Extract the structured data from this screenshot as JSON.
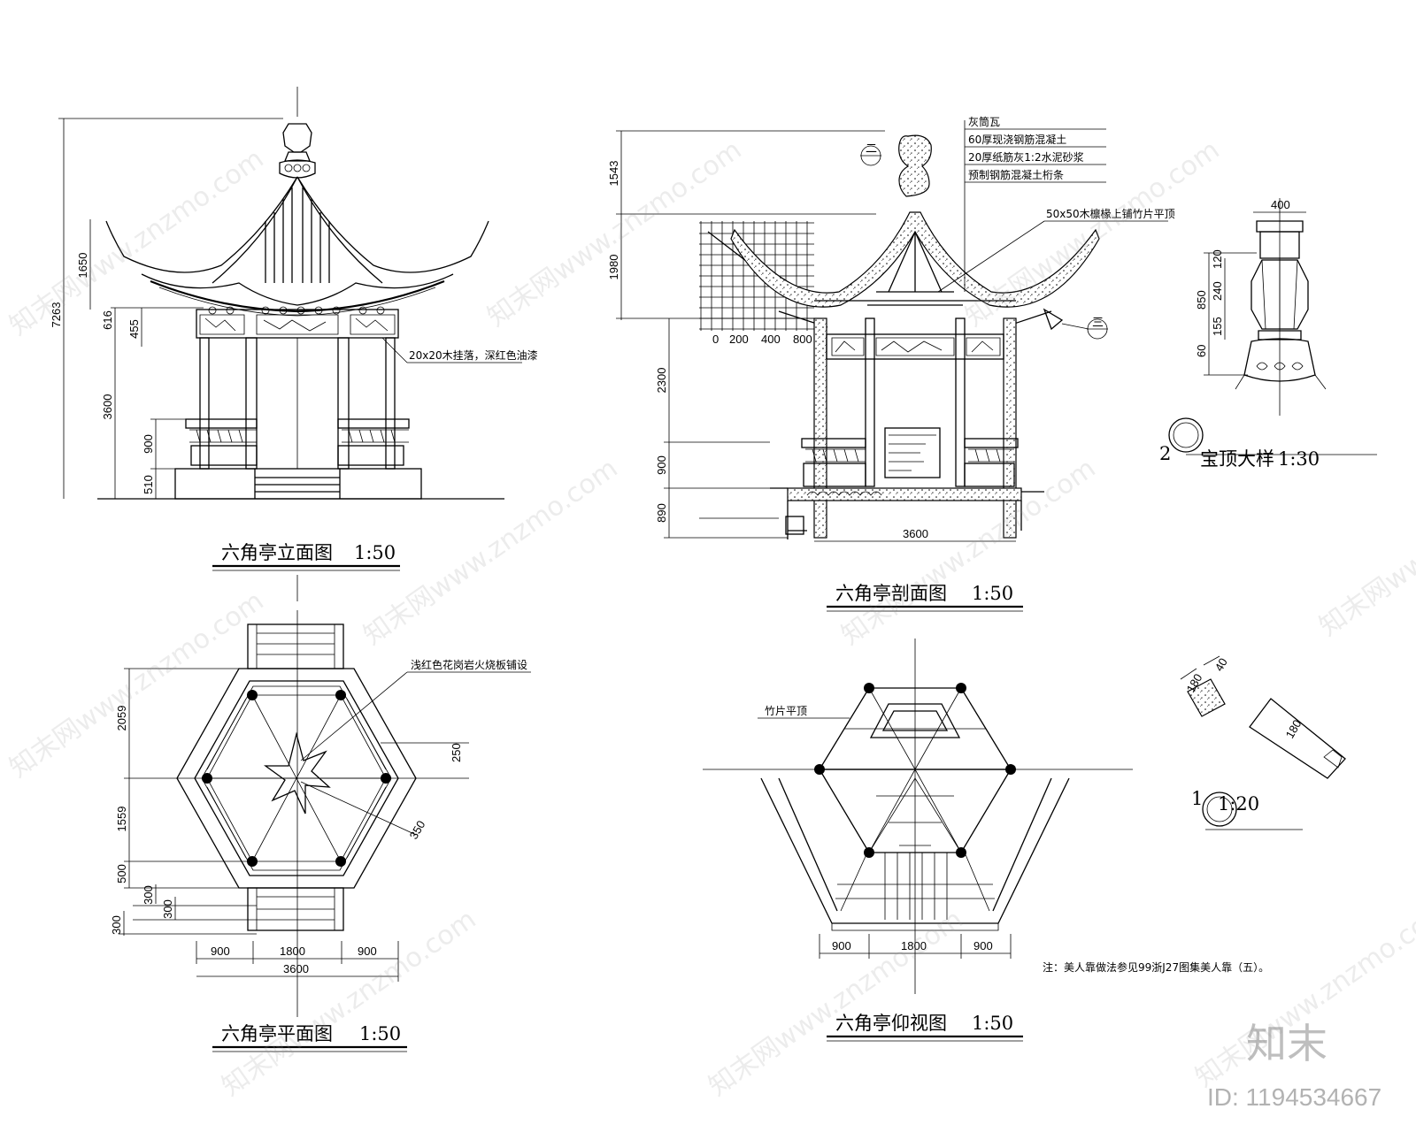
{
  "drawing": {
    "elevation": {
      "title": "六角亭立面图",
      "scale": "1:50",
      "dims_vertical": [
        "7263",
        "1650",
        "616",
        "455",
        "3600",
        "900",
        "510"
      ],
      "note_beam": "20x20木挂落，深红色油漆"
    },
    "section": {
      "title": "六角亭剖面图",
      "scale": "1:50",
      "dims_vertical": [
        "1543",
        "1980",
        "2300",
        "900",
        "890"
      ],
      "dim_width": "3600",
      "roof_layers": [
        "灰筒瓦",
        "60厚现浇钢筋混凝土",
        "20厚纸筋灰1:2水泥砂浆",
        "预制钢筋混凝土桁条"
      ],
      "note_rafter": "50x50木檩椽上铺竹片平顶",
      "grid_labels": [
        "0",
        "200",
        "400",
        "800"
      ],
      "callout_top": "二",
      "callout_side": "三"
    },
    "finial": {
      "number": "2",
      "title": "宝顶大样",
      "scale": "1:30",
      "dims": [
        "400",
        "120",
        "240",
        "850",
        "155",
        "60"
      ]
    },
    "detail1": {
      "number": "1",
      "scale": "1:20",
      "dims": [
        "180",
        "40",
        "180"
      ]
    },
    "plan": {
      "title": "六角亭平面图",
      "scale": "1:50",
      "dims_vertical": [
        "2059",
        "1559",
        "500",
        "300",
        "300",
        "300"
      ],
      "dims_horizontal": [
        "900",
        "1800",
        "900"
      ],
      "dim_total": "3600",
      "dim_star": "250",
      "dim_diag": "350",
      "note_floor": "浅红色花岗岩火烧板铺设"
    },
    "ceiling": {
      "title": "六角亭仰视图",
      "scale": "1:50",
      "dims_horizontal": [
        "900",
        "1800",
        "900"
      ],
      "note_ceiling": "竹片平顶"
    },
    "footnote": "注：美人靠做法参见99浙J27图集美人靠（五）。"
  },
  "watermark": {
    "text": "知末网www.znzmo.com",
    "brand": "知末",
    "id": "ID: 1194534667"
  }
}
